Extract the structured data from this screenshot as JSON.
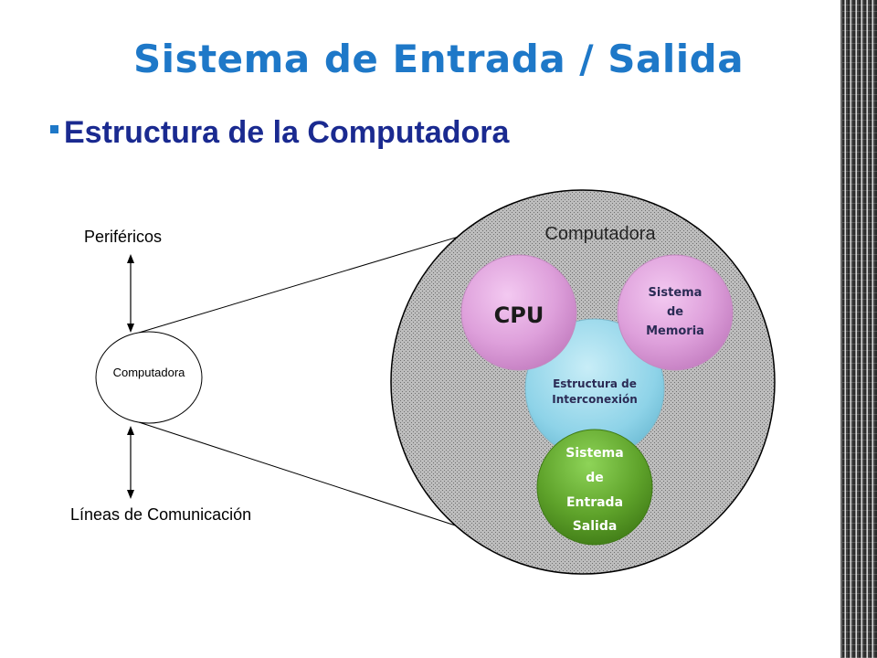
{
  "title": "Sistema de Entrada / Salida",
  "bullet": "Estructura de la Computadora",
  "diagram": {
    "perifericos": "Periféricos",
    "lineas": "Líneas de Comunicación",
    "computadora_small": "Computadora",
    "computadora_big": "Computadora",
    "cpu": "CPU",
    "memoria": [
      "Sistema",
      "de",
      "Memoria"
    ],
    "interconexion": [
      "Estructura de",
      "Interconexión"
    ],
    "entrada_salida": [
      "Sistema",
      "de",
      "Entrada",
      "Salida"
    ],
    "colors": {
      "title": "#1e78c8",
      "bullet": "#1a2a90",
      "big_circle_fill": "#b3b3b3",
      "pink_node": "#dfa1dc",
      "blue_node": "#8ed3e8",
      "green_node": "#5ea22a"
    }
  }
}
